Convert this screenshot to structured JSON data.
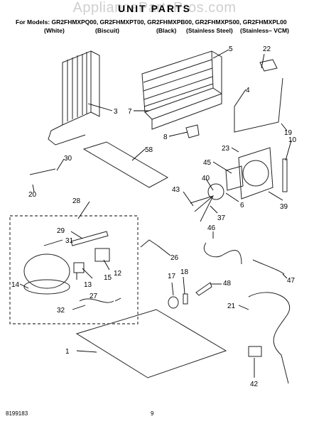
{
  "watermark": "AppliancePartsPros.com",
  "title": "UNIT PARTS",
  "models_line": "For Models: GR2FHMXPQ00, GR2FHMXPT00, GR2FHMXPB00, GR2FHMXPS00, GR2FHMXPL00",
  "finishes": [
    "(White)",
    "(Biscuit)",
    "(Black)",
    "(Stainless Steel)",
    "(Stainless– VCM)"
  ],
  "footer": {
    "doc_number": "8199183",
    "page": "9"
  },
  "callouts": [
    "3",
    "5",
    "22",
    "4",
    "7",
    "8",
    "19",
    "10",
    "23",
    "30",
    "58",
    "45",
    "20",
    "40",
    "6",
    "43",
    "37",
    "28",
    "39",
    "29",
    "31",
    "46",
    "26",
    "12",
    "15",
    "47",
    "13",
    "17",
    "18",
    "48",
    "14",
    "27",
    "32",
    "21",
    "1",
    "42"
  ]
}
